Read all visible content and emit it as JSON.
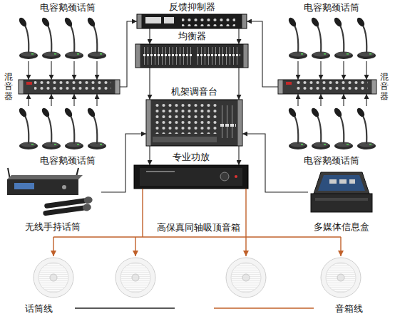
{
  "diagram": {
    "nodes": [
      {
        "text": [
          "电容鹅颈话筒"
        ]
      },
      {
        "text": [
          "反馈抑制器"
        ]
      },
      {
        "text": [
          "电容鹅颈话筒"
        ]
      },
      {
        "text": [
          "均衡器"
        ]
      },
      {
        "text": [
          "混音器"
        ]
      },
      {
        "text": [
          "混音器"
        ]
      },
      {
        "text": [
          "机架调音台"
        ]
      },
      {
        "text": [
          "电容鹅颈话筒"
        ]
      },
      {
        "text": [
          "电容鹅颈话筒"
        ]
      },
      {
        "text": [
          "专业功放"
        ]
      },
      {
        "text": [
          "无线手持话筒"
        ]
      },
      {
        "text": [
          "多媒体信息盒"
        ]
      },
      {
        "text": [
          "高保真同轴吸顶音箱"
        ]
      }
    ],
    "edges": [
      {
        "from": 0,
        "to": 4,
        "arrow": "to"
      },
      {
        "from": 7,
        "to": 4,
        "arrow": "to"
      },
      {
        "from": 2,
        "to": 5,
        "arrow": "to"
      },
      {
        "from": 8,
        "to": 5,
        "arrow": "to"
      },
      {
        "from": 4,
        "to": 1,
        "arrow": "to"
      },
      {
        "from": 5,
        "to": 1,
        "arrow": "to"
      },
      {
        "from": 1,
        "to": 3,
        "arrow": "to"
      },
      {
        "from": 3,
        "to": 6,
        "arrow": "to"
      },
      {
        "from": 10,
        "to": 6,
        "arrow": "to"
      },
      {
        "from": 11,
        "to": 6,
        "arrow": "to"
      },
      {
        "from": 6,
        "to": 9,
        "arrow": "to"
      },
      {
        "from": 9,
        "to": 12,
        "arrow": "to"
      }
    ],
    "legend": [
      {
        "text": "话筒线"
      },
      {
        "text": "音箱线"
      }
    ]
  }
}
